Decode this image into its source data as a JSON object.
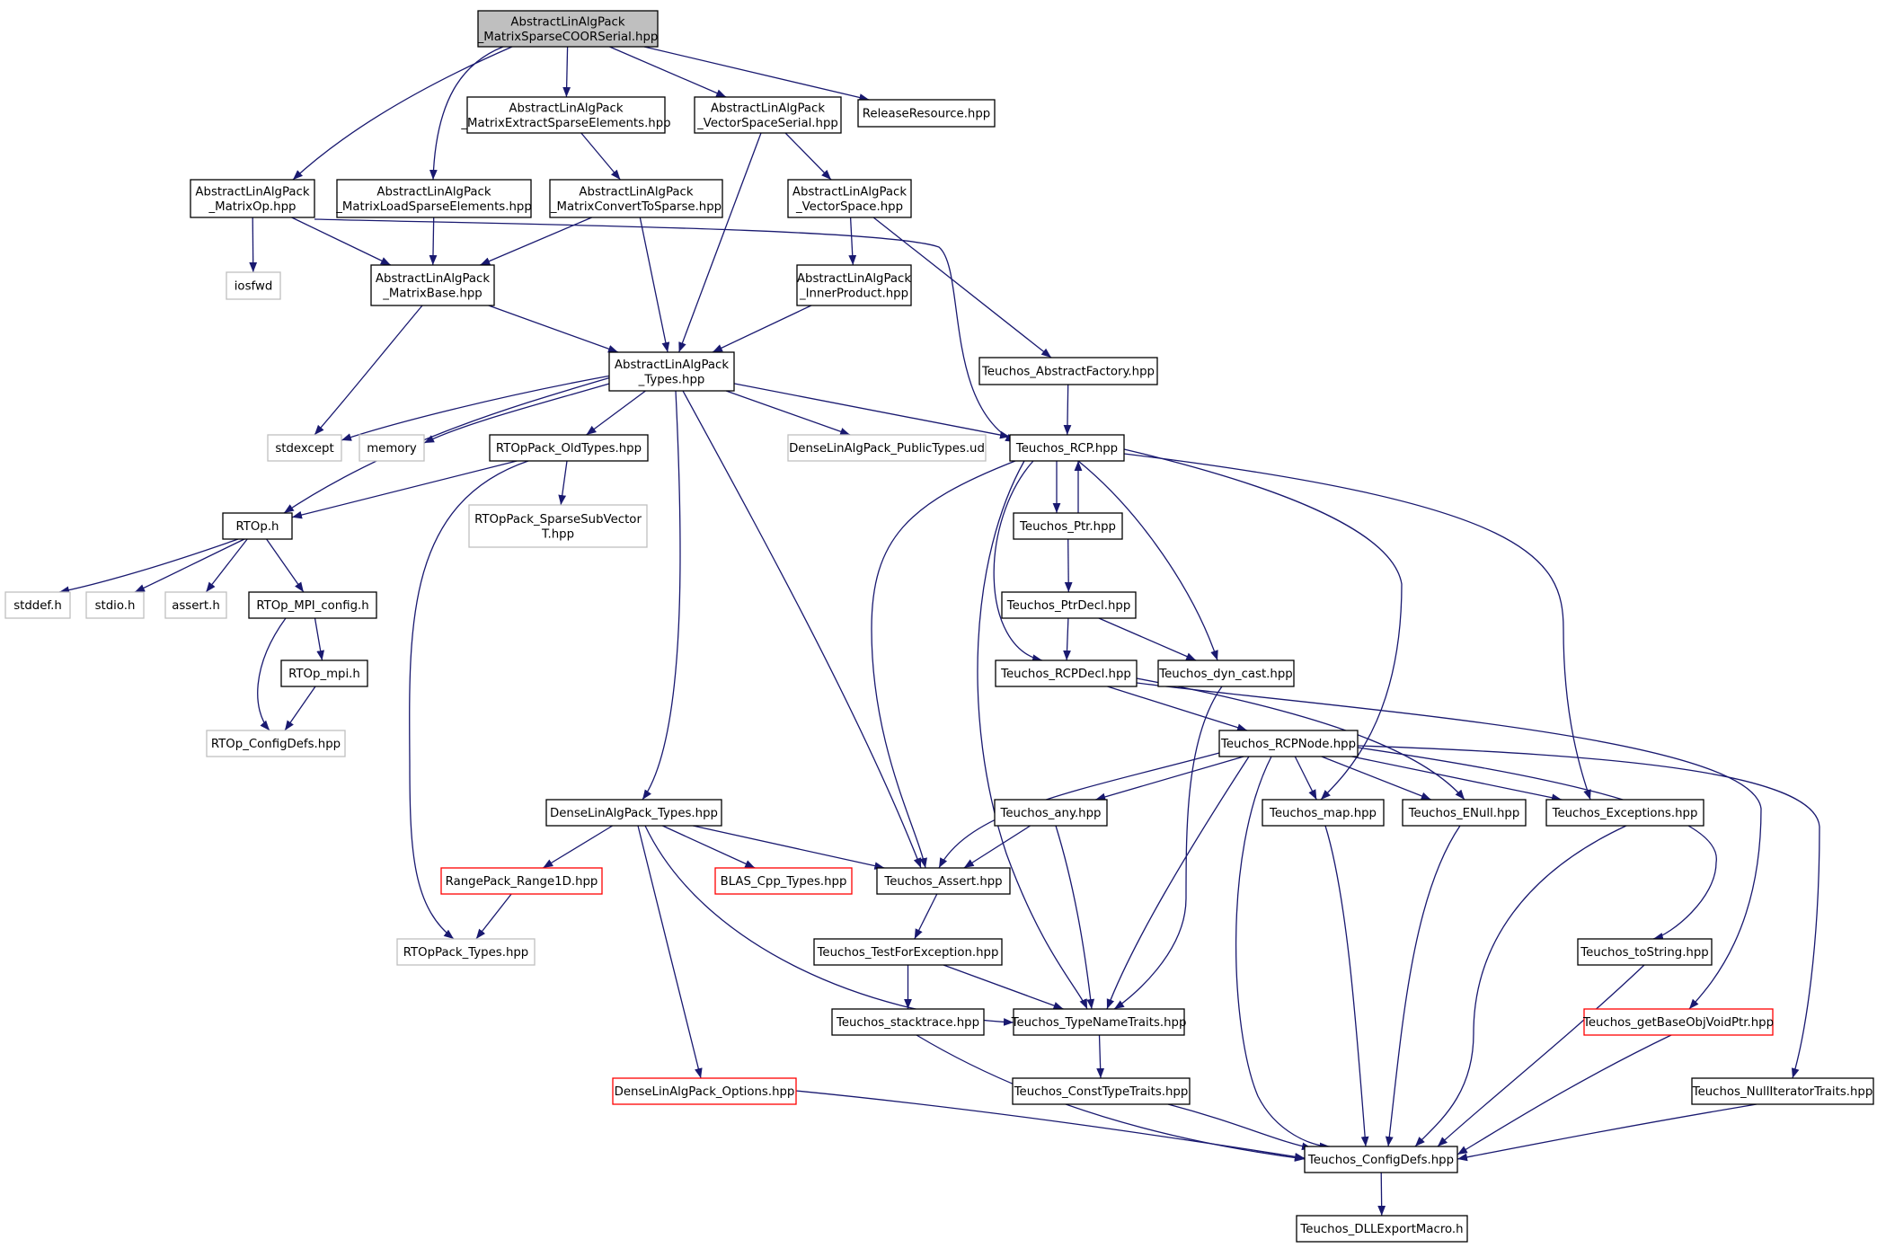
{
  "colors": {
    "edge": "#191970",
    "root_fill": "#bfbfbf",
    "node_border": "#000000",
    "external_border": "#bfbfbf",
    "truncated_border": "#ff0000",
    "text": "#000000"
  },
  "nodes": {
    "root": {
      "lines": [
        "AbstractLinAlgPack",
        "_MatrixSparseCOORSerial.hpp"
      ],
      "kind": "root"
    },
    "matrixExtract": {
      "lines": [
        "AbstractLinAlgPack",
        "_MatrixExtractSparseElements.hpp"
      ],
      "kind": "normal"
    },
    "vectorSpaceSerial": {
      "lines": [
        "AbstractLinAlgPack",
        "_VectorSpaceSerial.hpp"
      ],
      "kind": "normal"
    },
    "releaseResource": {
      "lines": [
        "ReleaseResource.hpp"
      ],
      "kind": "normal"
    },
    "matrixOp": {
      "lines": [
        "AbstractLinAlgPack",
        "_MatrixOp.hpp"
      ],
      "kind": "normal"
    },
    "matrixLoad": {
      "lines": [
        "AbstractLinAlgPack",
        "_MatrixLoadSparseElements.hpp"
      ],
      "kind": "normal"
    },
    "matrixConvert": {
      "lines": [
        "AbstractLinAlgPack",
        "_MatrixConvertToSparse.hpp"
      ],
      "kind": "normal"
    },
    "vectorSpace": {
      "lines": [
        "AbstractLinAlgPack",
        "_VectorSpace.hpp"
      ],
      "kind": "normal"
    },
    "iosfwd": {
      "lines": [
        "iosfwd"
      ],
      "kind": "external"
    },
    "matrixBase": {
      "lines": [
        "AbstractLinAlgPack",
        "_MatrixBase.hpp"
      ],
      "kind": "normal"
    },
    "innerProduct": {
      "lines": [
        "AbstractLinAlgPack",
        "_InnerProduct.hpp"
      ],
      "kind": "normal"
    },
    "abstractFactory": {
      "lines": [
        "Teuchos_AbstractFactory.hpp"
      ],
      "kind": "normal"
    },
    "types": {
      "lines": [
        "AbstractLinAlgPack",
        "_Types.hpp"
      ],
      "kind": "normal"
    },
    "stdexcept": {
      "lines": [
        "stdexcept"
      ],
      "kind": "external"
    },
    "memory": {
      "lines": [
        "memory"
      ],
      "kind": "external"
    },
    "rtopOldTypes": {
      "lines": [
        "RTOpPack_OldTypes.hpp"
      ],
      "kind": "normal"
    },
    "denseUd": {
      "lines": [
        "DenseLinAlgPack_PublicTypes.ud"
      ],
      "kind": "external"
    },
    "rcp": {
      "lines": [
        "Teuchos_RCP.hpp"
      ],
      "kind": "normal"
    },
    "rtoph": {
      "lines": [
        "RTOp.h"
      ],
      "kind": "normal"
    },
    "sparseSub": {
      "lines": [
        "RTOpPack_SparseSubVector",
        "T.hpp"
      ],
      "kind": "external"
    },
    "ptr": {
      "lines": [
        "Teuchos_Ptr.hpp"
      ],
      "kind": "normal"
    },
    "stddef": {
      "lines": [
        "stddef.h"
      ],
      "kind": "external"
    },
    "stdio": {
      "lines": [
        "stdio.h"
      ],
      "kind": "external"
    },
    "asserth": {
      "lines": [
        "assert.h"
      ],
      "kind": "external"
    },
    "mpiConfig": {
      "lines": [
        "RTOp_MPI_config.h"
      ],
      "kind": "normal"
    },
    "ptrDecl": {
      "lines": [
        "Teuchos_PtrDecl.hpp"
      ],
      "kind": "normal"
    },
    "rtopMpi": {
      "lines": [
        "RTOp_mpi.h"
      ],
      "kind": "normal"
    },
    "rcpDecl": {
      "lines": [
        "Teuchos_RCPDecl.hpp"
      ],
      "kind": "normal"
    },
    "dynCast": {
      "lines": [
        "Teuchos_dyn_cast.hpp"
      ],
      "kind": "normal"
    },
    "rtopConfig": {
      "lines": [
        "RTOp_ConfigDefs.hpp"
      ],
      "kind": "external"
    },
    "rcpNode": {
      "lines": [
        "Teuchos_RCPNode.hpp"
      ],
      "kind": "normal"
    },
    "denseTypes": {
      "lines": [
        "DenseLinAlgPack_Types.hpp"
      ],
      "kind": "normal"
    },
    "any": {
      "lines": [
        "Teuchos_any.hpp"
      ],
      "kind": "normal"
    },
    "map": {
      "lines": [
        "Teuchos_map.hpp"
      ],
      "kind": "normal"
    },
    "enull": {
      "lines": [
        "Teuchos_ENull.hpp"
      ],
      "kind": "normal"
    },
    "exceptions": {
      "lines": [
        "Teuchos_Exceptions.hpp"
      ],
      "kind": "normal"
    },
    "range1d": {
      "lines": [
        "RangePack_Range1D.hpp"
      ],
      "kind": "truncated"
    },
    "blas": {
      "lines": [
        "BLAS_Cpp_Types.hpp"
      ],
      "kind": "truncated"
    },
    "assertHpp": {
      "lines": [
        "Teuchos_Assert.hpp"
      ],
      "kind": "normal"
    },
    "rtopTypes": {
      "lines": [
        "RTOpPack_Types.hpp"
      ],
      "kind": "external"
    },
    "testForException": {
      "lines": [
        "Teuchos_TestForException.hpp"
      ],
      "kind": "normal"
    },
    "toString": {
      "lines": [
        "Teuchos_toString.hpp"
      ],
      "kind": "normal"
    },
    "stacktrace": {
      "lines": [
        "Teuchos_stacktrace.hpp"
      ],
      "kind": "normal"
    },
    "typeNameTraits": {
      "lines": [
        "Teuchos_TypeNameTraits.hpp"
      ],
      "kind": "normal"
    },
    "getBaseObj": {
      "lines": [
        "Teuchos_getBaseObjVoidPtr.hpp"
      ],
      "kind": "truncated"
    },
    "denseOptions": {
      "lines": [
        "DenseLinAlgPack_Options.hpp"
      ],
      "kind": "truncated"
    },
    "constTypeTraits": {
      "lines": [
        "Teuchos_ConstTypeTraits.hpp"
      ],
      "kind": "normal"
    },
    "nullIter": {
      "lines": [
        "Teuchos_NullIteratorTraits.hpp"
      ],
      "kind": "normal"
    },
    "configDefs": {
      "lines": [
        "Teuchos_ConfigDefs.hpp"
      ],
      "kind": "normal"
    },
    "dllExport": {
      "lines": [
        "Teuchos_DLLExportMacro.h"
      ],
      "kind": "normal"
    }
  },
  "edges": [
    [
      "root",
      "matrixOp"
    ],
    [
      "root",
      "matrixLoad"
    ],
    [
      "root",
      "matrixExtract"
    ],
    [
      "root",
      "vectorSpaceSerial"
    ],
    [
      "root",
      "releaseResource"
    ],
    [
      "matrixExtract",
      "matrixConvert"
    ],
    [
      "vectorSpaceSerial",
      "types"
    ],
    [
      "vectorSpaceSerial",
      "vectorSpace"
    ],
    [
      "matrixOp",
      "iosfwd"
    ],
    [
      "matrixOp",
      "matrixBase"
    ],
    [
      "matrixOp",
      "rcp"
    ],
    [
      "matrixLoad",
      "matrixBase"
    ],
    [
      "matrixConvert",
      "matrixBase"
    ],
    [
      "matrixConvert",
      "types"
    ],
    [
      "vectorSpace",
      "innerProduct"
    ],
    [
      "vectorSpace",
      "abstractFactory"
    ],
    [
      "matrixBase",
      "stdexcept"
    ],
    [
      "matrixBase",
      "types"
    ],
    [
      "innerProduct",
      "types"
    ],
    [
      "abstractFactory",
      "rcp"
    ],
    [
      "types",
      "stdexcept"
    ],
    [
      "types",
      "memory"
    ],
    [
      "types",
      "rtopOldTypes"
    ],
    [
      "types",
      "rtoph"
    ],
    [
      "types",
      "denseUd"
    ],
    [
      "types",
      "rcp"
    ],
    [
      "types",
      "denseTypes"
    ],
    [
      "types",
      "assertHpp"
    ],
    [
      "rtopOldTypes",
      "rtoph"
    ],
    [
      "rtopOldTypes",
      "sparseSub"
    ],
    [
      "rtopOldTypes",
      "rtopTypes"
    ],
    [
      "rtoph",
      "stddef"
    ],
    [
      "rtoph",
      "stdio"
    ],
    [
      "rtoph",
      "asserth"
    ],
    [
      "rtoph",
      "mpiConfig"
    ],
    [
      "mpiConfig",
      "rtopMpi"
    ],
    [
      "mpiConfig",
      "rtopConfig"
    ],
    [
      "rtopMpi",
      "rtopConfig"
    ],
    [
      "rcp",
      "ptr"
    ],
    [
      "ptr",
      "rcp"
    ],
    [
      "rcp",
      "rcpDecl"
    ],
    [
      "rcp",
      "dynCast"
    ],
    [
      "rcp",
      "assertHpp"
    ],
    [
      "rcp",
      "typeNameTraits"
    ],
    [
      "rcp",
      "map"
    ],
    [
      "rcp",
      "exceptions"
    ],
    [
      "ptr",
      "ptrDecl"
    ],
    [
      "ptrDecl",
      "rcpDecl"
    ],
    [
      "ptrDecl",
      "dynCast"
    ],
    [
      "rcpDecl",
      "rcpNode"
    ],
    [
      "rcpDecl",
      "enull"
    ],
    [
      "rcpDecl",
      "getBaseObj"
    ],
    [
      "dynCast",
      "typeNameTraits"
    ],
    [
      "rcpNode",
      "assertHpp"
    ],
    [
      "rcpNode",
      "any"
    ],
    [
      "rcpNode",
      "map"
    ],
    [
      "rcpNode",
      "enull"
    ],
    [
      "rcpNode",
      "exceptions"
    ],
    [
      "rcpNode",
      "typeNameTraits"
    ],
    [
      "rcpNode",
      "configDefs"
    ],
    [
      "rcpNode",
      "toString"
    ],
    [
      "rcpNode",
      "nullIter"
    ],
    [
      "denseTypes",
      "range1d"
    ],
    [
      "denseTypes",
      "blas"
    ],
    [
      "denseTypes",
      "assertHpp"
    ],
    [
      "denseTypes",
      "typeNameTraits"
    ],
    [
      "denseTypes",
      "denseOptions"
    ],
    [
      "range1d",
      "rtopTypes"
    ],
    [
      "any",
      "assertHpp"
    ],
    [
      "any",
      "typeNameTraits"
    ],
    [
      "assertHpp",
      "testForException"
    ],
    [
      "testForException",
      "stacktrace"
    ],
    [
      "testForException",
      "typeNameTraits"
    ],
    [
      "typeNameTraits",
      "constTypeTraits"
    ],
    [
      "stacktrace",
      "configDefs"
    ],
    [
      "constTypeTraits",
      "configDefs"
    ],
    [
      "map",
      "configDefs"
    ],
    [
      "enull",
      "configDefs"
    ],
    [
      "exceptions",
      "configDefs"
    ],
    [
      "toString",
      "configDefs"
    ],
    [
      "getBaseObj",
      "configDefs"
    ],
    [
      "nullIter",
      "configDefs"
    ],
    [
      "denseOptions",
      "configDefs"
    ],
    [
      "configDefs",
      "dllExport"
    ]
  ]
}
